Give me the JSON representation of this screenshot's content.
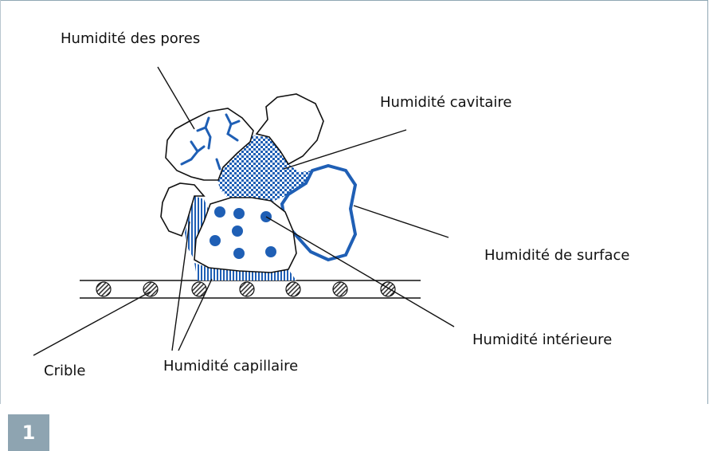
{
  "labels": {
    "pores": "Humidité des pores",
    "cavitaire": "Humidité cavitaire",
    "surface": "Humidité de surface",
    "interieure": "Humidité intérieure",
    "crible": "Crible",
    "capillaire": "Humidité capillaire"
  },
  "figure_number": "1",
  "colors": {
    "accent": "#1f5fb5",
    "badge": "#8ea4b1",
    "frame": "#8fa7b4"
  }
}
